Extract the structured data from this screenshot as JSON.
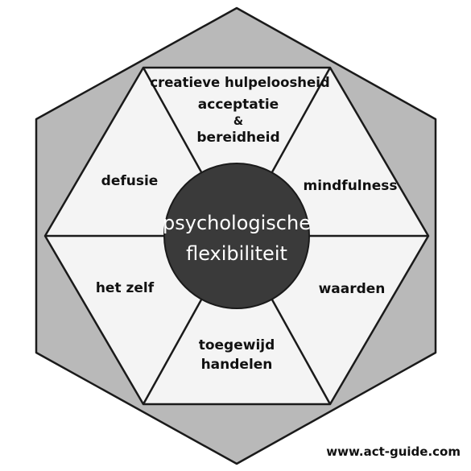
{
  "colors": {
    "outer_hexagon": "#b9b9b9",
    "segments": "#f4f4f4",
    "lines": "#1a1a1a",
    "center_circle": "#3a3a3a",
    "center_text": "#ffffff",
    "label_text": "#111111"
  },
  "center": {
    "line1": "psychologische",
    "line2": "flexibiliteit"
  },
  "segments": {
    "top": {
      "line1": "creatieve hulpeloosheid",
      "line2": "acceptatie",
      "line3": "&",
      "line4": "bereidheid"
    },
    "upper_right": {
      "label": "mindfulness"
    },
    "lower_right": {
      "label": "waarden"
    },
    "bottom": {
      "line1": "toegewijd",
      "line2": "handelen"
    },
    "lower_left": {
      "label": "het zelf"
    },
    "upper_left": {
      "label": "defusie"
    }
  },
  "footer": {
    "url": "www.act-guide.com"
  }
}
